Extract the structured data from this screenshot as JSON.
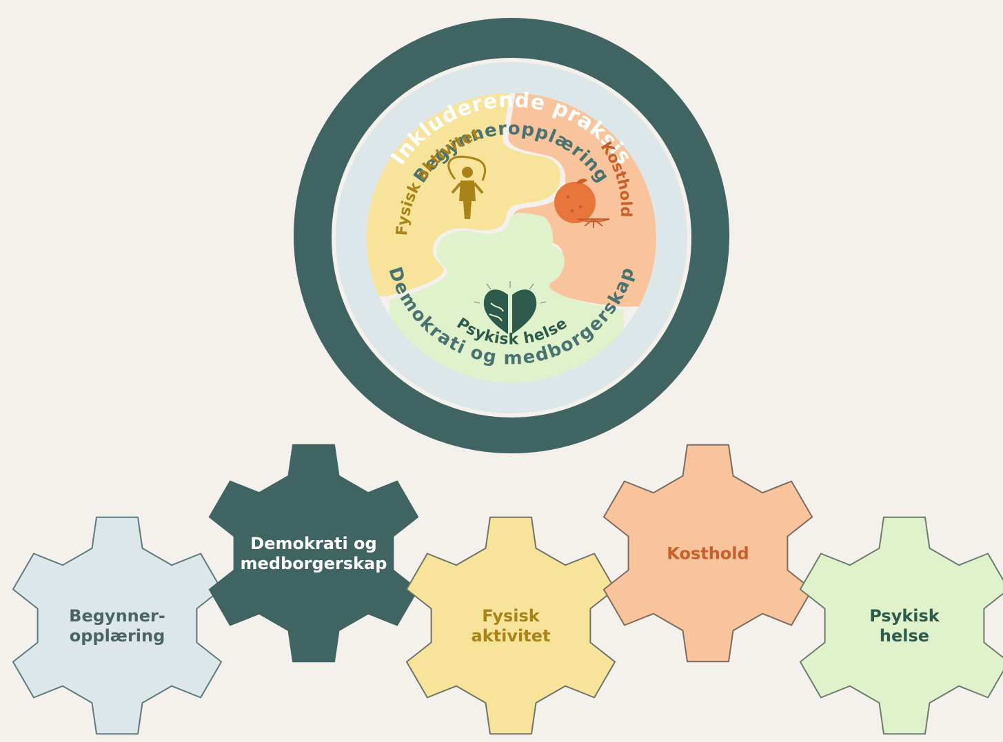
{
  "circle": {
    "outer_ring_label": "Inkluderende praksis",
    "inner_ring_top_label": "Begynneropplæring",
    "inner_ring_bottom_label": "Demokrati og medborgerskap",
    "pieces": {
      "fysisk": "Fysisk aktivitet",
      "kosthold": "Kosthold",
      "psykisk": "Psykisk helse"
    },
    "icons": [
      "jump-rope-icon",
      "orange-icon",
      "brain-heart-icon"
    ]
  },
  "gears": [
    {
      "line1": "Begynner-",
      "line2": "opplæring"
    },
    {
      "line1": "Demokrati og",
      "line2": "medborgerskap"
    },
    {
      "line1": "Fysisk",
      "line2": "aktivitet"
    },
    {
      "line1": "Kosthold",
      "line2": ""
    },
    {
      "line1": "Psykisk",
      "line2": "helse"
    }
  ],
  "colors": {
    "background": "#f4f0eb",
    "dark_teal": "#3f6462",
    "light_blue_gray": "#dde6e8",
    "yellow": "#f7e39a",
    "peach": "#f9c49b",
    "light_green": "#dff2cc",
    "orange_text": "#c9602c",
    "mustard_text": "#a98318",
    "green_text": "#2e5a4b"
  }
}
